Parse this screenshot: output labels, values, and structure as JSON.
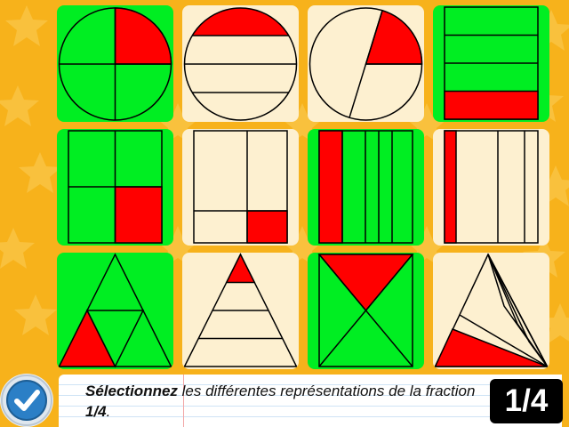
{
  "instruction": {
    "bold_word": "Sélectionnez",
    "text_middle": " les différentes représentations de la fraction ",
    "fraction": "1/4",
    "text_end": "."
  },
  "counter": "1/4",
  "colors": {
    "background": "#f7b21b",
    "selected": "#00ee22",
    "unselected": "#fdf0d0",
    "shaded": "#ff0000",
    "stroke": "#000000"
  },
  "cards": [
    {
      "row": 1,
      "col": 1,
      "shape": "circle-quarters",
      "state": "selected"
    },
    {
      "row": 1,
      "col": 2,
      "shape": "circle-horizontal-strips",
      "state": "unselected"
    },
    {
      "row": 1,
      "col": 3,
      "shape": "circle-unequal-sector",
      "state": "unselected"
    },
    {
      "row": 1,
      "col": 4,
      "shape": "rectangle-four-rows",
      "state": "selected"
    },
    {
      "row": 2,
      "col": 1,
      "shape": "square-quarters",
      "state": "selected"
    },
    {
      "row": 2,
      "col": 2,
      "shape": "square-unequal-parts",
      "state": "unselected"
    },
    {
      "row": 2,
      "col": 3,
      "shape": "rectangle-five-columns",
      "state": "selected"
    },
    {
      "row": 2,
      "col": 4,
      "shape": "rectangle-unequal-columns",
      "state": "unselected"
    },
    {
      "row": 3,
      "col": 1,
      "shape": "triangle-four-parts",
      "state": "selected"
    },
    {
      "row": 3,
      "col": 2,
      "shape": "triangle-horizontal-strips",
      "state": "unselected"
    },
    {
      "row": 3,
      "col": 3,
      "shape": "square-diagonal-quarters",
      "state": "selected"
    },
    {
      "row": 3,
      "col": 4,
      "shape": "triangle-fan",
      "state": "unselected"
    }
  ],
  "icons": {
    "validate": "check-icon"
  }
}
